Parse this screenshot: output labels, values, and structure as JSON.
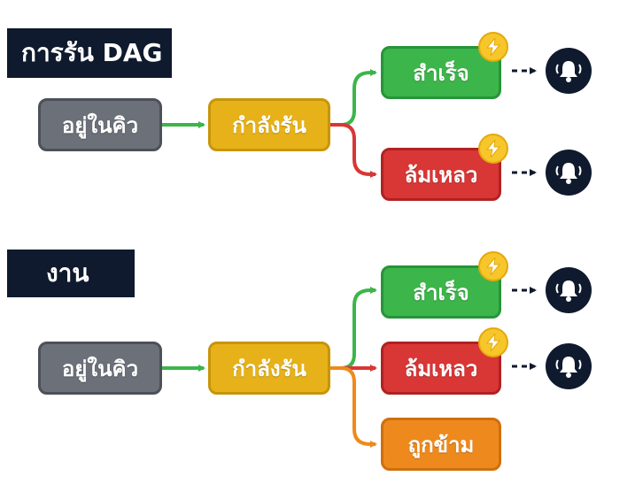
{
  "colors": {
    "queued": "#6b7079",
    "running": "#e7b219",
    "success": "#3cb54a",
    "failed": "#d93636",
    "skipped": "#ee8a1d",
    "label_bg": "#0f1a2e",
    "bell_bg": "#0f1a2e",
    "badge": "#f7c62a"
  },
  "icons": {
    "callback": "lightning-icon",
    "notification": "bell-icon",
    "connector": "dashed-arrow"
  },
  "dag_section": {
    "title": "การรัน DAG",
    "states": {
      "queued": "อยู่ในคิว",
      "running": "กำลังรัน",
      "success": "สำเร็จ",
      "failed": "ล้มเหลว"
    }
  },
  "task_section": {
    "title": "งาน",
    "states": {
      "queued": "อยู่ในคิว",
      "running": "กำลังรัน",
      "success": "สำเร็จ",
      "failed": "ล้มเหลว",
      "skipped": "ถูกข้าม"
    }
  }
}
